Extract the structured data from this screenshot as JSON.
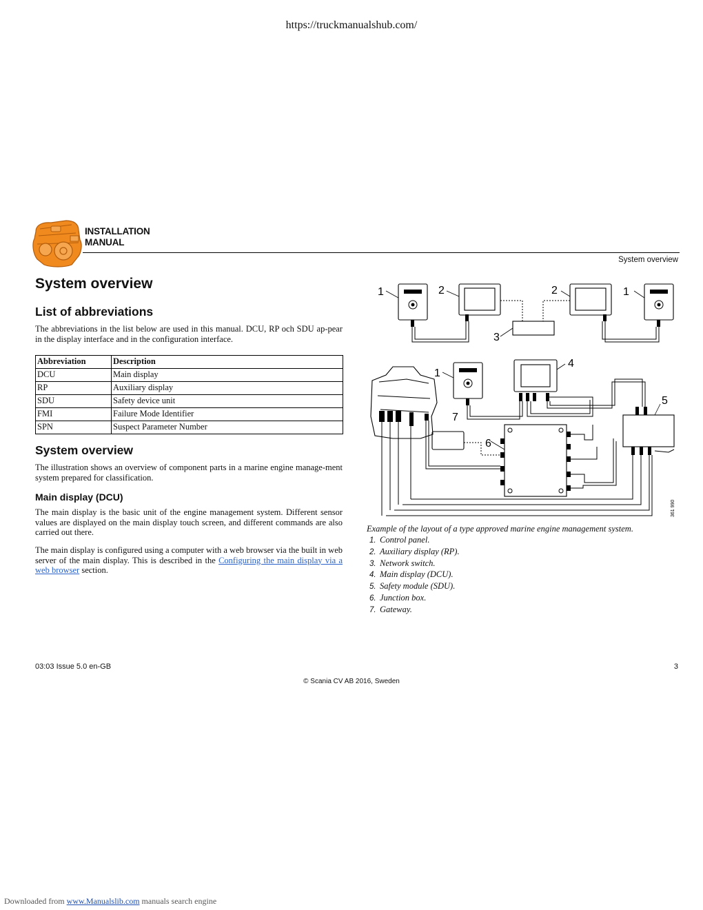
{
  "top_url": "https://truckmanualshub.com/",
  "header": {
    "title_line1": "INSTALLATION",
    "title_line2": "MANUAL",
    "running_head": "System overview"
  },
  "main_title": "System overview",
  "abbreviations": {
    "heading": "List of abbreviations",
    "intro": "The abbreviations in the list below are used in this manual. DCU, RP och SDU ap-pear in the display interface and in the configuration interface.",
    "columns": [
      "Abbreviation",
      "Description"
    ],
    "rows": [
      [
        "DCU",
        "Main display"
      ],
      [
        "RP",
        "Auxiliary display"
      ],
      [
        "SDU",
        "Safety device unit"
      ],
      [
        "FMI",
        "Failure Mode Identifier"
      ],
      [
        "SPN",
        "Suspect Parameter Number"
      ]
    ]
  },
  "overview": {
    "heading": "System overview",
    "text": "The illustration shows an overview of component parts in a marine engine manage-ment system prepared for classification."
  },
  "main_display": {
    "heading": "Main display (DCU)",
    "para1": "The main display is the basic unit of the engine management system. Different sensor values are displayed on the main display touch screen, and different commands are also carried out there.",
    "para2_before": "The main display is configured using a computer with a web browser via the built in web server of the main display. This is described in the ",
    "para2_link": "Configuring the main display via a web browser",
    "para2_after": " section."
  },
  "figure": {
    "callouts": [
      "1",
      "2",
      "2",
      "1",
      "3",
      "1",
      "4",
      "5",
      "7",
      "6"
    ],
    "figure_id": "361 990",
    "caption": "Example of the layout of a type approved marine engine management system.",
    "legend": [
      {
        "num": "1.",
        "text": "Control panel."
      },
      {
        "num": "2.",
        "text": "Auxiliary display (RP)."
      },
      {
        "num": "3.",
        "text": "Network switch."
      },
      {
        "num": "4.",
        "text": "Main display (DCU)."
      },
      {
        "num": "5.",
        "text": "Safety module (SDU)."
      },
      {
        "num": "6.",
        "text": "Junction box."
      },
      {
        "num": "7.",
        "text": "Gateway."
      }
    ]
  },
  "footer": {
    "left": "03:03 Issue 5.0  en-GB",
    "page_number": "3",
    "copyright": "© Scania CV AB  2016, Sweden"
  },
  "bottom_note": {
    "before": "Downloaded from ",
    "link": "www.Manualslib.com",
    "after": "  manuals search engine"
  },
  "colors": {
    "logo_orange": "#f08a1e",
    "link_blue": "#2a62c9"
  }
}
